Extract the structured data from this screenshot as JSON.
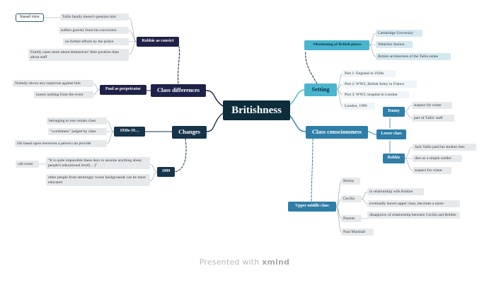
{
  "root": "Britishness",
  "left": {
    "class_differences": {
      "label": "Class differences",
      "robbie_convict": {
        "label": "Robbie as convict",
        "tag": "biased view",
        "items": [
          "Tallis family doesn't question him",
          "suffers gravely from his conviction",
          "no further efforts by the police",
          "Family cares more about themselves' their position than about staff"
        ]
      },
      "paul_perpetrator": {
        "label": "Paul as perpetrator",
        "items": [
          "Nobody shows any suspicion against him",
          "looses nothing from the event"
        ]
      }
    },
    "changes": {
      "label": "Changes",
      "era_1930s": {
        "label": "1930s-19…",
        "items": [
          "belonging to one certain class",
          "\"worthiness\" judged by class",
          "life based upon resources a person can provide"
        ]
      },
      "era_1999": {
        "label": "1999",
        "tag": "cab scene",
        "items": [
          "\"It is quite impossible these days to assume anything about people's educational level[…]\"",
          "other people from seemingly worse backgrounds can be more educated"
        ]
      }
    }
  },
  "right": {
    "setting": {
      "label": "Setting",
      "mentioning": {
        "label": "-Mentioning of British places",
        "items": [
          "Cambridge University",
          "Waterloo Station",
          "British architecture of the Tallis estate"
        ]
      },
      "parts": [
        "Part 1: England in 1930s",
        "Part 2: WW2, British Army in France",
        "Part 3: WW2, hospital in London",
        "London, 1999"
      ]
    },
    "class_consciousness": {
      "label": "Class consciousness",
      "lower_class": {
        "label": "Lower class",
        "danny": {
          "label": "Danny",
          "items": [
            "suspect for crime",
            "part of Tallis' staff"
          ]
        },
        "robbie": {
          "label": "Robbie",
          "items": [
            "Jack Tallis paid his student fees",
            "dies as a simple soldier",
            "suspect for crime"
          ]
        }
      },
      "upper_middle": {
        "label": "Upper middle class",
        "briony": "Briony",
        "cecilia": {
          "label": "Cecilia",
          "items": [
            "in relationship with Robbie",
            "eventually leaves upper class, becomes a nurse"
          ]
        },
        "parents": {
          "label": "Parents",
          "items": [
            "disapprove of relationship between Cecilia and Robbie"
          ]
        },
        "paul": "Paul Marshall"
      }
    }
  },
  "footer": {
    "prefix": "Presented with",
    "brand": "xmind"
  }
}
